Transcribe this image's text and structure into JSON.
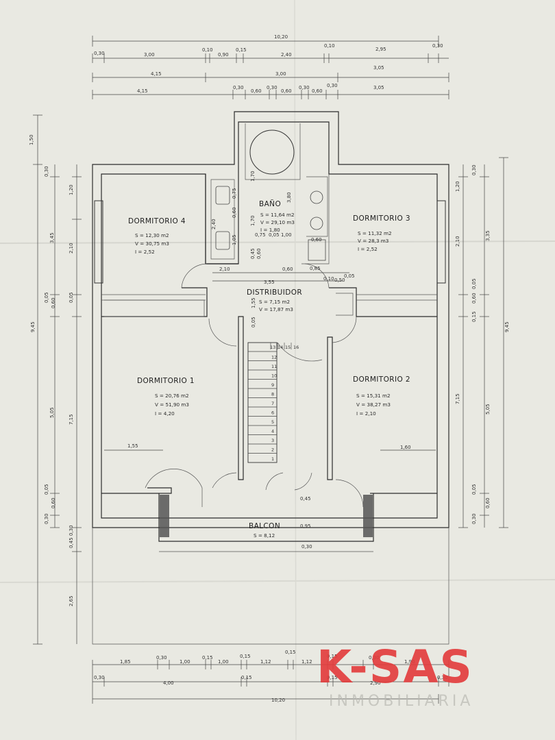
{
  "rooms": {
    "dormitorio4": {
      "name": "DORMITORIO 4",
      "s": "S = 12,30 m2",
      "v": "V = 30,75 m3",
      "i": "I = 2,52"
    },
    "dormitorio3": {
      "name": "DORMITORIO 3",
      "s": "S = 11,32 m2",
      "v": "V = 28,3 m3",
      "i": "I = 2,52"
    },
    "bano": {
      "name": "BAÑO",
      "s": "S = 11,64 m2",
      "v": "V = 29,10 m3",
      "i": "I = 1,80"
    },
    "distribuidor": {
      "name": "DISTRIBUIDOR",
      "s": "S = 7,15 m2",
      "v": "V = 17,87 m3"
    },
    "dormitorio1": {
      "name": "DORMITORIO 1",
      "s": "S = 20,76 m2",
      "v": "V = 51,90 m3",
      "i": "I = 4,20"
    },
    "dormitorio2": {
      "name": "DORMITORIO 2",
      "s": "S = 15,31 m2",
      "v": "V = 38,27 m3",
      "i": "I = 2,10"
    },
    "balcon": {
      "name": "BALCON",
      "s": "S = 8,12"
    }
  },
  "stairs": {
    "steps": [
      "1",
      "2",
      "3",
      "4",
      "5",
      "6",
      "7",
      "8",
      "9",
      "10",
      "11",
      "12",
      "13",
      "14",
      "15",
      "16"
    ]
  },
  "dims": {
    "top_total": "10,20",
    "top_row2": [
      "0,30",
      "3,00",
      "0,10",
      "0,90",
      "0,15",
      "2,40",
      "0,10",
      "2,95",
      "0,30"
    ],
    "top_row3": [
      "4,15",
      "3,00",
      "3,05"
    ],
    "top_row4": [
      "4,15",
      "0,30",
      "0,60",
      "0,30",
      "0,60",
      "0,30",
      "0,60",
      "0,30",
      "3,05"
    ],
    "bottom_row1": [
      "1,85",
      "0,30",
      "1,00",
      "0,15",
      "1,00",
      "0,15",
      "1,12",
      "0,15",
      "1,12",
      "0,15",
      "0,30",
      "1,90"
    ],
    "bottom_row2": [
      "0,30",
      "4,00",
      "0,15",
      "0,15",
      "2,90",
      "0,30"
    ],
    "bottom_total": "10,20",
    "left_outer": [
      "1,50",
      "0,30",
      "1,20",
      "3,45",
      "2,10",
      "0,05",
      "0,60",
      "0,05",
      "9,45",
      "7,15",
      "5,05",
      "0,05",
      "0,60",
      "0,30",
      "0,45",
      "0,30",
      "2,65"
    ],
    "right_outer": [
      "0,30",
      "1,20",
      "3,35",
      "2,10",
      "0,05",
      "0,60",
      "0,15",
      "9,45",
      "7,15",
      "5,05",
      "0,05",
      "0,60",
      "0,30"
    ],
    "interior": [
      "2,10",
      "0,60",
      "0,85",
      "3,55",
      "0,10",
      "0,50",
      "0,05",
      "1,70",
      "3,80",
      "0,60",
      "1,70",
      "2,40",
      "0,75",
      "0,60",
      "1,05",
      "0,75",
      "0,05",
      "1,00",
      "0,45",
      "0,60",
      "1,55",
      "0,05",
      "1,55",
      "1,60",
      "0,45",
      "0,95",
      "0,30"
    ]
  },
  "watermark": {
    "logo": "K-SAS",
    "sub": "INMOBILIARIA"
  }
}
